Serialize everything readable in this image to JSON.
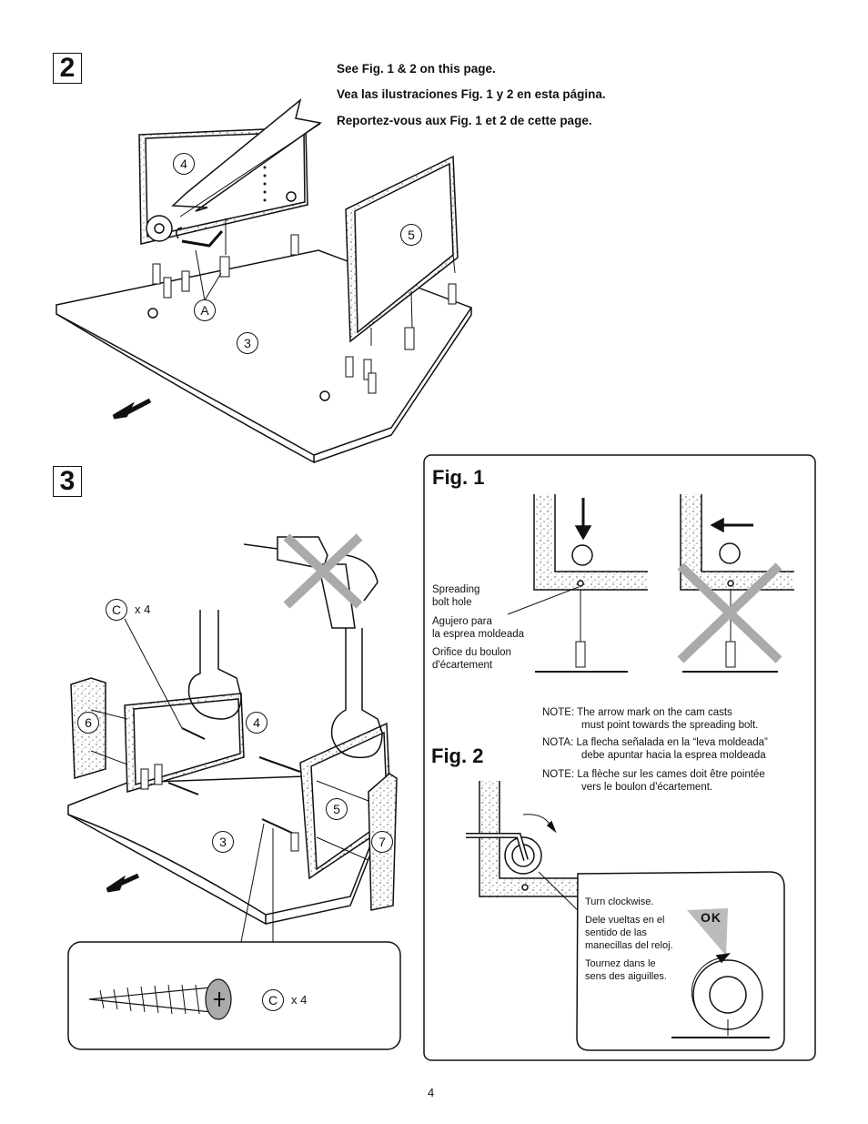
{
  "steps": {
    "step2": {
      "number": "2"
    },
    "step3": {
      "number": "3"
    }
  },
  "instructions": [
    "See Fig. 1 & 2 on this page.",
    "Vea las ilustraciones Fig. 1 y 2 en esta página.",
    "Reportez-vous aux Fig. 1 et 2 de cette page."
  ],
  "step2_callouts": {
    "panel_top": "4",
    "panel_side": "5",
    "base": "3",
    "tool": "A"
  },
  "step3_callouts": {
    "screw": "C",
    "screw_qty": "x 4",
    "left_panel": "6",
    "back": "4",
    "side": "5",
    "front": "7",
    "base": "3"
  },
  "screw_box": {
    "callout": "C",
    "qty": "x 4"
  },
  "fig1": {
    "title": "Fig. 1",
    "labels": [
      [
        "Spreading",
        "bolt hole"
      ],
      [
        "Agujero para",
        "la esprea moldeada"
      ],
      [
        "Orifice du boulon",
        "d'écartement"
      ]
    ]
  },
  "notes": [
    {
      "key": "NOTE:",
      "line1": "The arrow mark on the cam casts",
      "line2": "must point towards the spreading bolt."
    },
    {
      "key": "NOTA:",
      "line1": "La flecha señalada en la “leva moldeada”",
      "line2": "debe apuntar hacia la esprea moldeada"
    },
    {
      "key": "NOTE:",
      "line1": "La flèche sur les cames doit être pointée",
      "line2": "vers le boulon d'écartement."
    }
  ],
  "fig2": {
    "title": "Fig. 2",
    "turn": [
      [
        "Turn clockwise."
      ],
      [
        "Dele vueltas en el",
        "sentido de las",
        "manecillas del reloj."
      ],
      [
        "Tournez dans le",
        "sens des aiguilles."
      ]
    ],
    "ok": "OK"
  },
  "page_number": "4"
}
